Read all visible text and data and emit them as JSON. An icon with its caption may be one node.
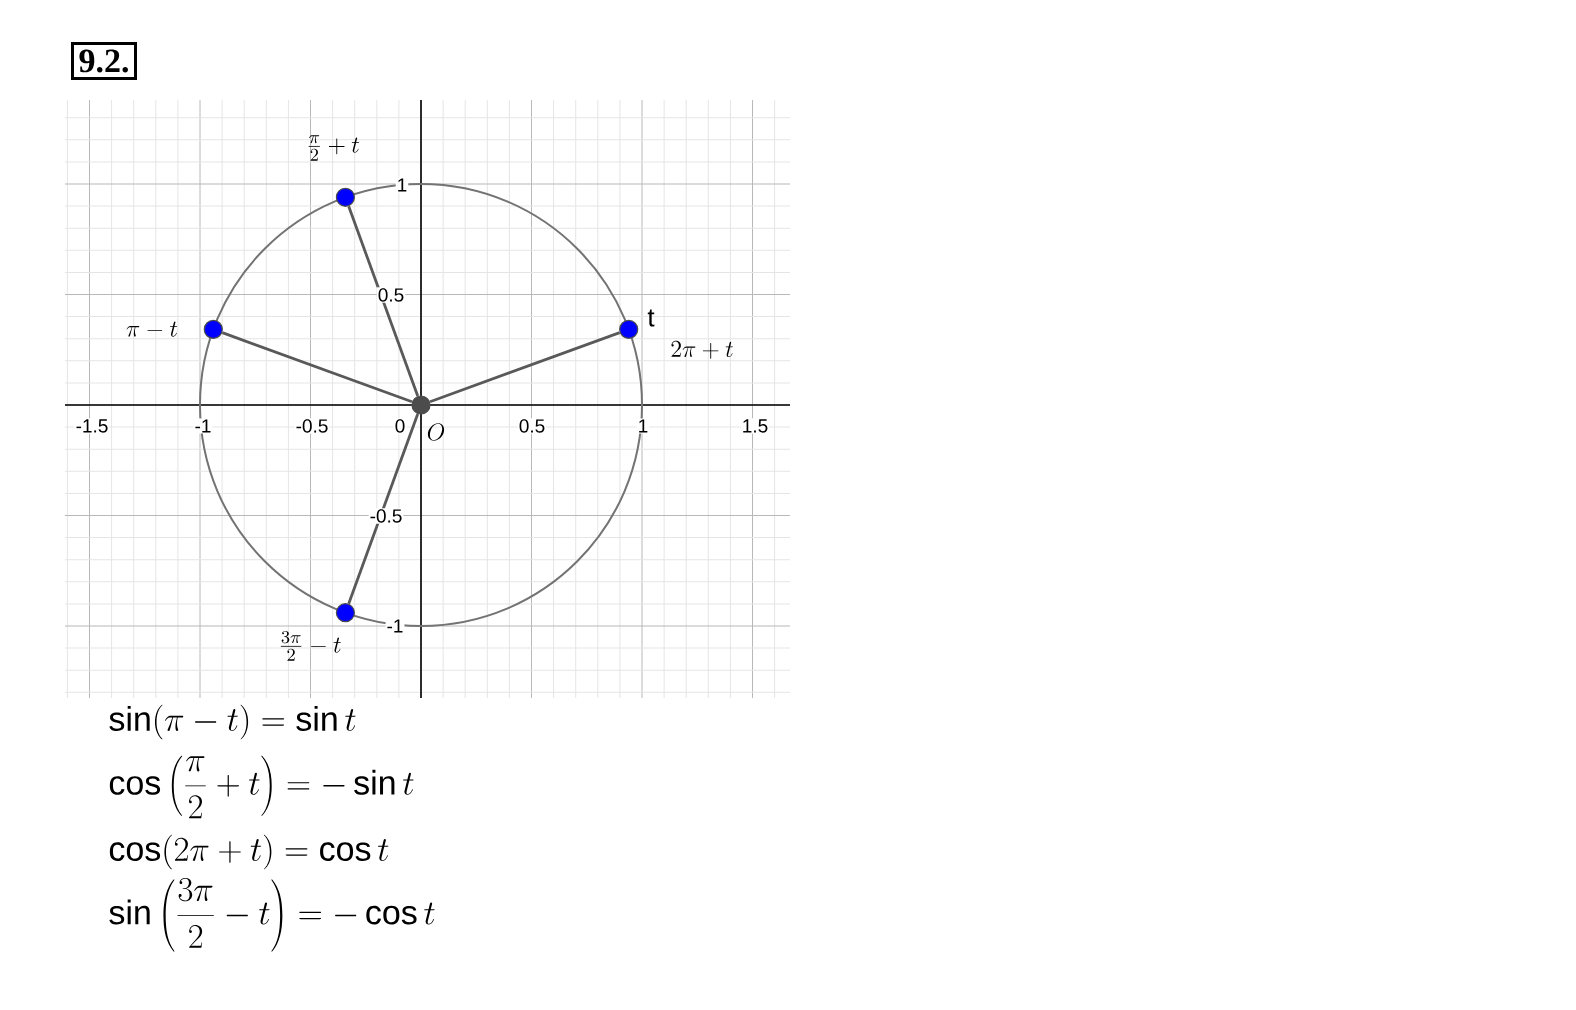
{
  "diagram": {
    "nodes": [
      {
        "text": [
          "9.2."
        ]
      },
      {
        "text": [],
        "shape": "circle",
        "beside": [
          "O"
        ]
      },
      {
        "text": [],
        "shape": "circle",
        "beside": [
          "\\mathrm{t}",
          "2\\pi+t"
        ]
      },
      {
        "text": [],
        "shape": "circle",
        "beside": [
          "\\frac{\\pi}{2}+t"
        ]
      },
      {
        "text": [],
        "shape": "circle",
        "beside": [
          "\\pi-t"
        ]
      },
      {
        "text": [],
        "shape": "circle",
        "beside": [
          "\\frac{3\\pi}{2}-t"
        ]
      }
    ],
    "edges": [
      {
        "from": 1,
        "to": 2,
        "arrow": "none"
      },
      {
        "from": 1,
        "to": 3,
        "arrow": "none"
      },
      {
        "from": 1,
        "to": 4,
        "arrow": "none"
      },
      {
        "from": 1,
        "to": 5,
        "arrow": "none"
      }
    ],
    "labels": [
      "-1.5",
      "-1",
      "-0.5",
      "0",
      "0.5",
      "1",
      "1.5",
      "1",
      "0.5",
      "-0.5",
      "-1",
      "\\sin(\\pi-t)=\\sin t",
      "\\cos\\left(\\frac{\\pi}{2}+t\\right)=-\\sin t",
      "\\cos(2\\pi+t)=\\cos t",
      "\\sin\\left(\\frac{3\\pi}{2}-t\\right)=-\\cos t"
    ]
  }
}
